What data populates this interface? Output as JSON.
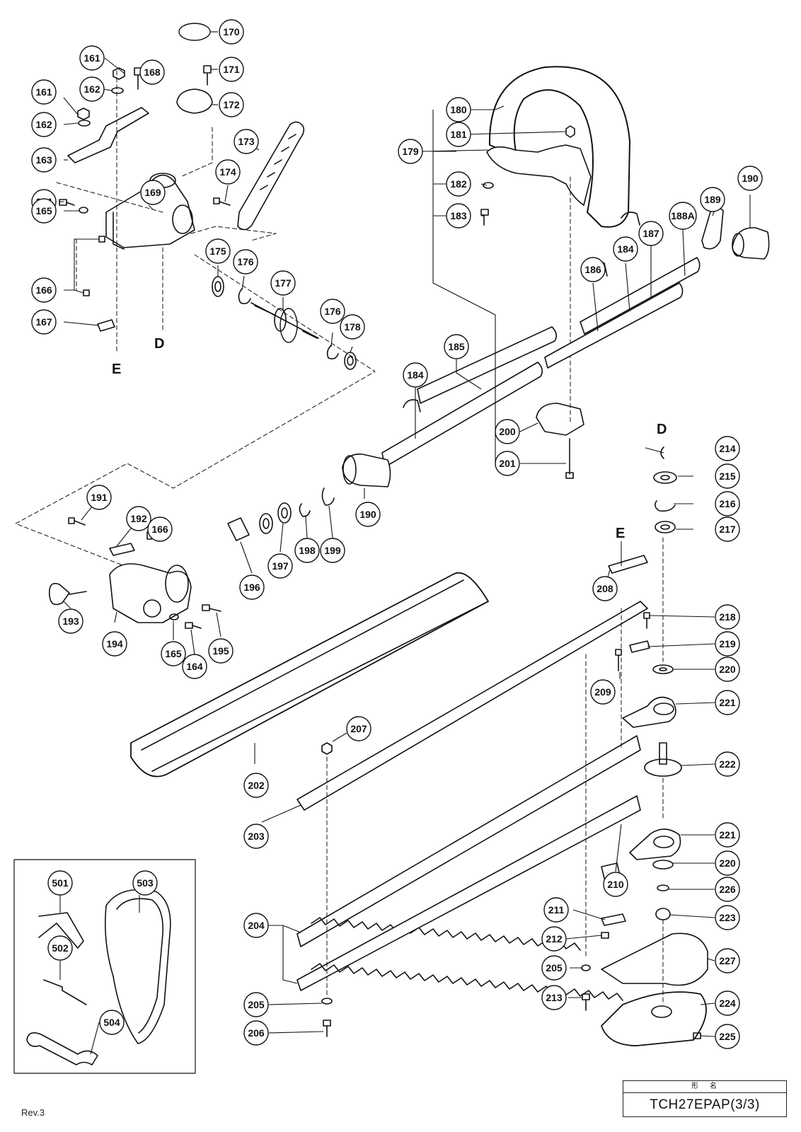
{
  "view_labels": [
    "D",
    "E",
    "D",
    "E"
  ],
  "parts": {
    "170": "170",
    "171": "171",
    "168": "168",
    "161": "161",
    "162": "162",
    "172": "172",
    "163": "163",
    "173": "173",
    "174": "174",
    "169": "169",
    "164": "164",
    "165": "165",
    "166": "166",
    "175": "175",
    "176": "176",
    "177": "177",
    "178": "178",
    "167": "167",
    "180": "180",
    "181": "181",
    "179": "179",
    "182": "182",
    "183": "183",
    "190": "190",
    "189": "189",
    "188A": "188A",
    "187": "187",
    "184": "184",
    "186": "186",
    "185": "185",
    "200": "200",
    "201": "201",
    "191": "191",
    "192": "192",
    "193": "193",
    "194": "194",
    "195": "195",
    "196": "196",
    "197": "197",
    "198": "198",
    "199": "199",
    "214": "214",
    "215": "215",
    "216": "216",
    "217": "217",
    "208": "208",
    "218": "218",
    "219": "219",
    "220": "220",
    "209": "209",
    "221": "221",
    "207": "207",
    "222": "222",
    "202": "202",
    "203": "203",
    "210": "210",
    "226": "226",
    "211": "211",
    "223": "223",
    "212": "212",
    "204": "204",
    "227": "227",
    "205": "205",
    "213": "213",
    "224": "224",
    "206": "206",
    "225": "225",
    "501": "501",
    "503": "503",
    "502": "502",
    "504": "504"
  },
  "rev": "Rev.3",
  "model_header": "形名",
  "model_name": "TCH27EPAP(3/3)"
}
